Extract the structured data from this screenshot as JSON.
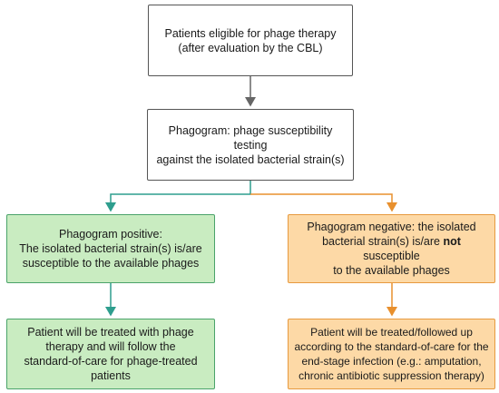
{
  "nodes": {
    "eligible": {
      "line1": "Patients eligible for phage therapy",
      "line2": "(after evaluation by the CBL)"
    },
    "phagogram": {
      "line1": "Phagogram: phage susceptibility testing",
      "line2": "against the isolated bacterial strain(s)"
    },
    "positive": {
      "line1": "Phagogram positive:",
      "line2": "The isolated bacterial strain(s) is/are",
      "line3": "susceptible to the available phages"
    },
    "negative": {
      "line1": "Phagogram negative: the isolated",
      "line2_pre": "bacterial strain(s) is/are ",
      "line2_bold": "not",
      "line2_post": " susceptible",
      "line3": "to the available phages"
    },
    "treated": {
      "line1": "Patient will be treated with phage",
      "line2": "therapy and will follow the",
      "line3": "standard-of-care for phage-treated",
      "line4": "patients"
    },
    "followed": {
      "line1": "Patient will be treated/followed up",
      "line2": "according to the standard-of-care for the",
      "line3": "end-stage infection (e.g.: amputation,",
      "line4": "chronic antibiotic suppression therapy)"
    }
  },
  "colors": {
    "neutral_border": "#555555",
    "green_fill": "#c9ecc1",
    "green_border": "#4aa36a",
    "green_arrow": "#2e9e8e",
    "orange_fill": "#fdd9a6",
    "orange_border": "#e79a3f",
    "orange_arrow": "#e8902e",
    "gray_arrow": "#666666"
  }
}
